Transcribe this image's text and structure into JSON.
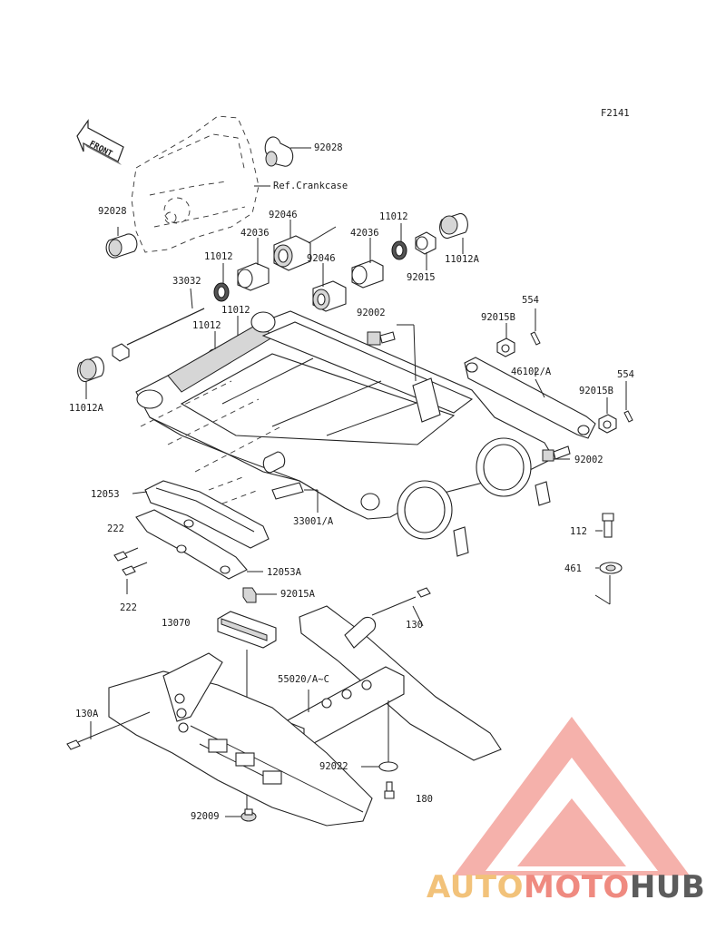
{
  "figure_code": "F2141",
  "front_label": "FRONT",
  "reference_label": "Ref.Crankcase",
  "labels": [
    {
      "id": "92028-top",
      "text": "92028"
    },
    {
      "id": "92028-left",
      "text": "92028"
    },
    {
      "id": "92046-a",
      "text": "92046"
    },
    {
      "id": "42036-a",
      "text": "42036"
    },
    {
      "id": "11012-a",
      "text": "11012"
    },
    {
      "id": "42036-b",
      "text": "42036"
    },
    {
      "id": "11012-b",
      "text": "11012"
    },
    {
      "id": "92015",
      "text": "92015"
    },
    {
      "id": "11012A-right",
      "text": "11012A"
    },
    {
      "id": "33032",
      "text": "33032"
    },
    {
      "id": "92046-b",
      "text": "92046"
    },
    {
      "id": "554-top",
      "text": "554"
    },
    {
      "id": "11012-c",
      "text": "11012"
    },
    {
      "id": "92002-top",
      "text": "92002"
    },
    {
      "id": "92015B-top",
      "text": "92015B"
    },
    {
      "id": "11012-d",
      "text": "11012"
    },
    {
      "id": "46102A",
      "text": "46102/A"
    },
    {
      "id": "554-right",
      "text": "554"
    },
    {
      "id": "92015B-right",
      "text": "92015B"
    },
    {
      "id": "11012A-left",
      "text": "11012A"
    },
    {
      "id": "92002-right",
      "text": "92002"
    },
    {
      "id": "12053",
      "text": "12053"
    },
    {
      "id": "33001A",
      "text": "33001/A"
    },
    {
      "id": "222-top",
      "text": "222"
    },
    {
      "id": "112",
      "text": "112"
    },
    {
      "id": "12053A",
      "text": "12053A"
    },
    {
      "id": "461",
      "text": "461"
    },
    {
      "id": "222-bottom",
      "text": "222"
    },
    {
      "id": "92015A",
      "text": "92015A"
    },
    {
      "id": "13070",
      "text": "13070"
    },
    {
      "id": "130",
      "text": "130"
    },
    {
      "id": "55020AC",
      "text": "55020/A~C"
    },
    {
      "id": "130A",
      "text": "130A"
    },
    {
      "id": "92022",
      "text": "92022"
    },
    {
      "id": "180",
      "text": "180"
    },
    {
      "id": "92009",
      "text": "92009"
    }
  ],
  "watermark": {
    "part1": "AUTO",
    "part2": "MOTO",
    "part3": "HUB"
  },
  "colors": {
    "ink": "#1a1a1a",
    "watermark_triangle": "#f08a82",
    "watermark_auto": "#f2c27a",
    "watermark_moto": "#ef8a80",
    "watermark_hub": "#5c5c5c"
  }
}
